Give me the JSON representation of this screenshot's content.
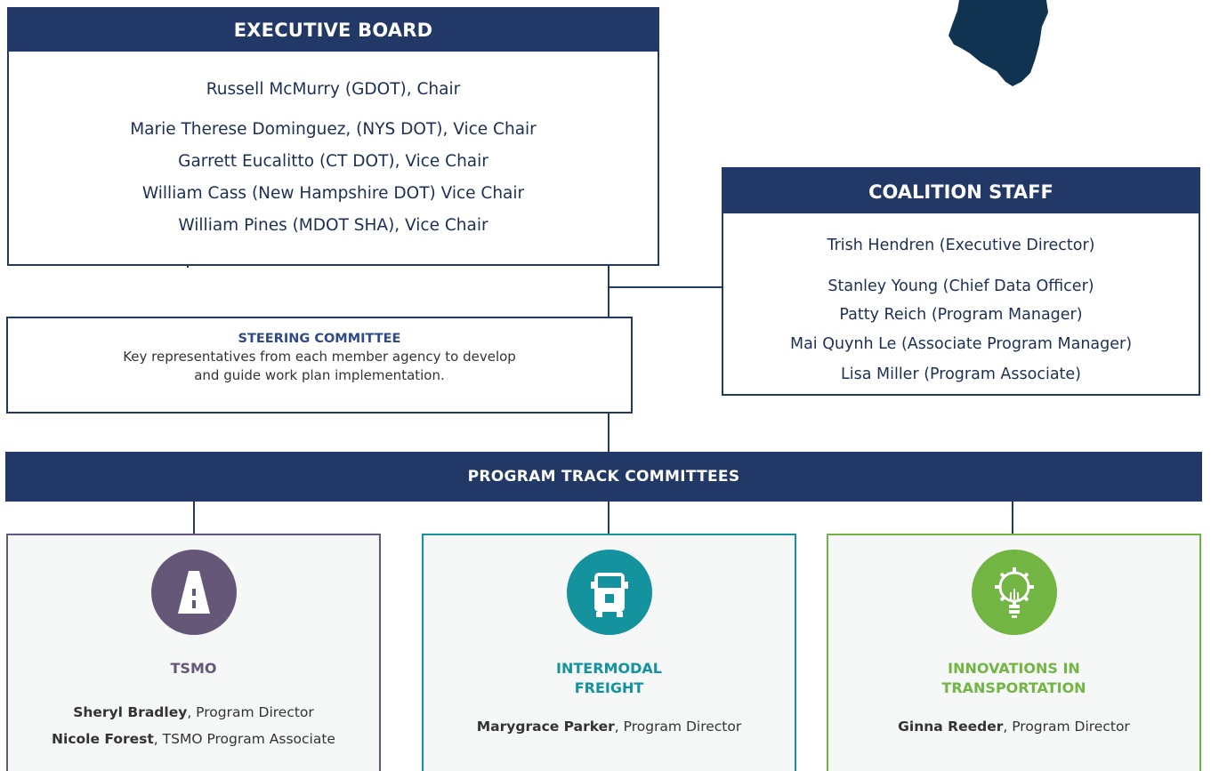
{
  "executive_board": {
    "title": "EXECUTIVE BOARD",
    "members": [
      "Russell McMurry (GDOT), Chair",
      "Marie Therese Dominguez, (NYS DOT), Vice Chair",
      "Garrett Eucalitto (CT DOT), Vice Chair",
      "William Cass (New Hampshire DOT) Vice Chair",
      "William Pines (MDOT SHA), Vice Chair"
    ]
  },
  "coalition_staff": {
    "title": "COALITION STAFF",
    "members": [
      "Trish Hendren (Executive Director)",
      "Stanley Young (Chief Data Officer)",
      "Patty Reich (Program Manager)",
      "Mai Quynh Le (Associate Program Manager)",
      "Lisa Miller (Program Associate)"
    ]
  },
  "steering_committee": {
    "title": "STEERING COMMITTEE",
    "description_line1": "Key representatives from each member agency to develop",
    "description_line2": "and guide work plan implementation."
  },
  "program_track": {
    "title": "PROGRAM TRACK COMMITTEES",
    "committees": [
      {
        "icon": "road-icon",
        "color": "#655778",
        "title_line1": "TSMO",
        "title_line2": "",
        "people": [
          {
            "name": "Sheryl Bradley",
            "role": ", Program Director"
          },
          {
            "name": "Nicole Forest",
            "role": ", TSMO Program Associate"
          }
        ]
      },
      {
        "icon": "truck-icon",
        "color": "#14929e",
        "title_line1": "INTERMODAL",
        "title_line2": "FREIGHT",
        "people": [
          {
            "name": "Marygrace Parker",
            "role": ", Program Director"
          }
        ]
      },
      {
        "icon": "lightbulb-gear-icon",
        "color": "#72b543",
        "title_line1": "INNOVATIONS IN",
        "title_line2": "TRANSPORTATION",
        "people": [
          {
            "name": "Ginna Reeder",
            "role": ", Program Director"
          }
        ]
      }
    ]
  },
  "colors": {
    "navy": "#223866",
    "map_silhouette": "#0f3350"
  }
}
